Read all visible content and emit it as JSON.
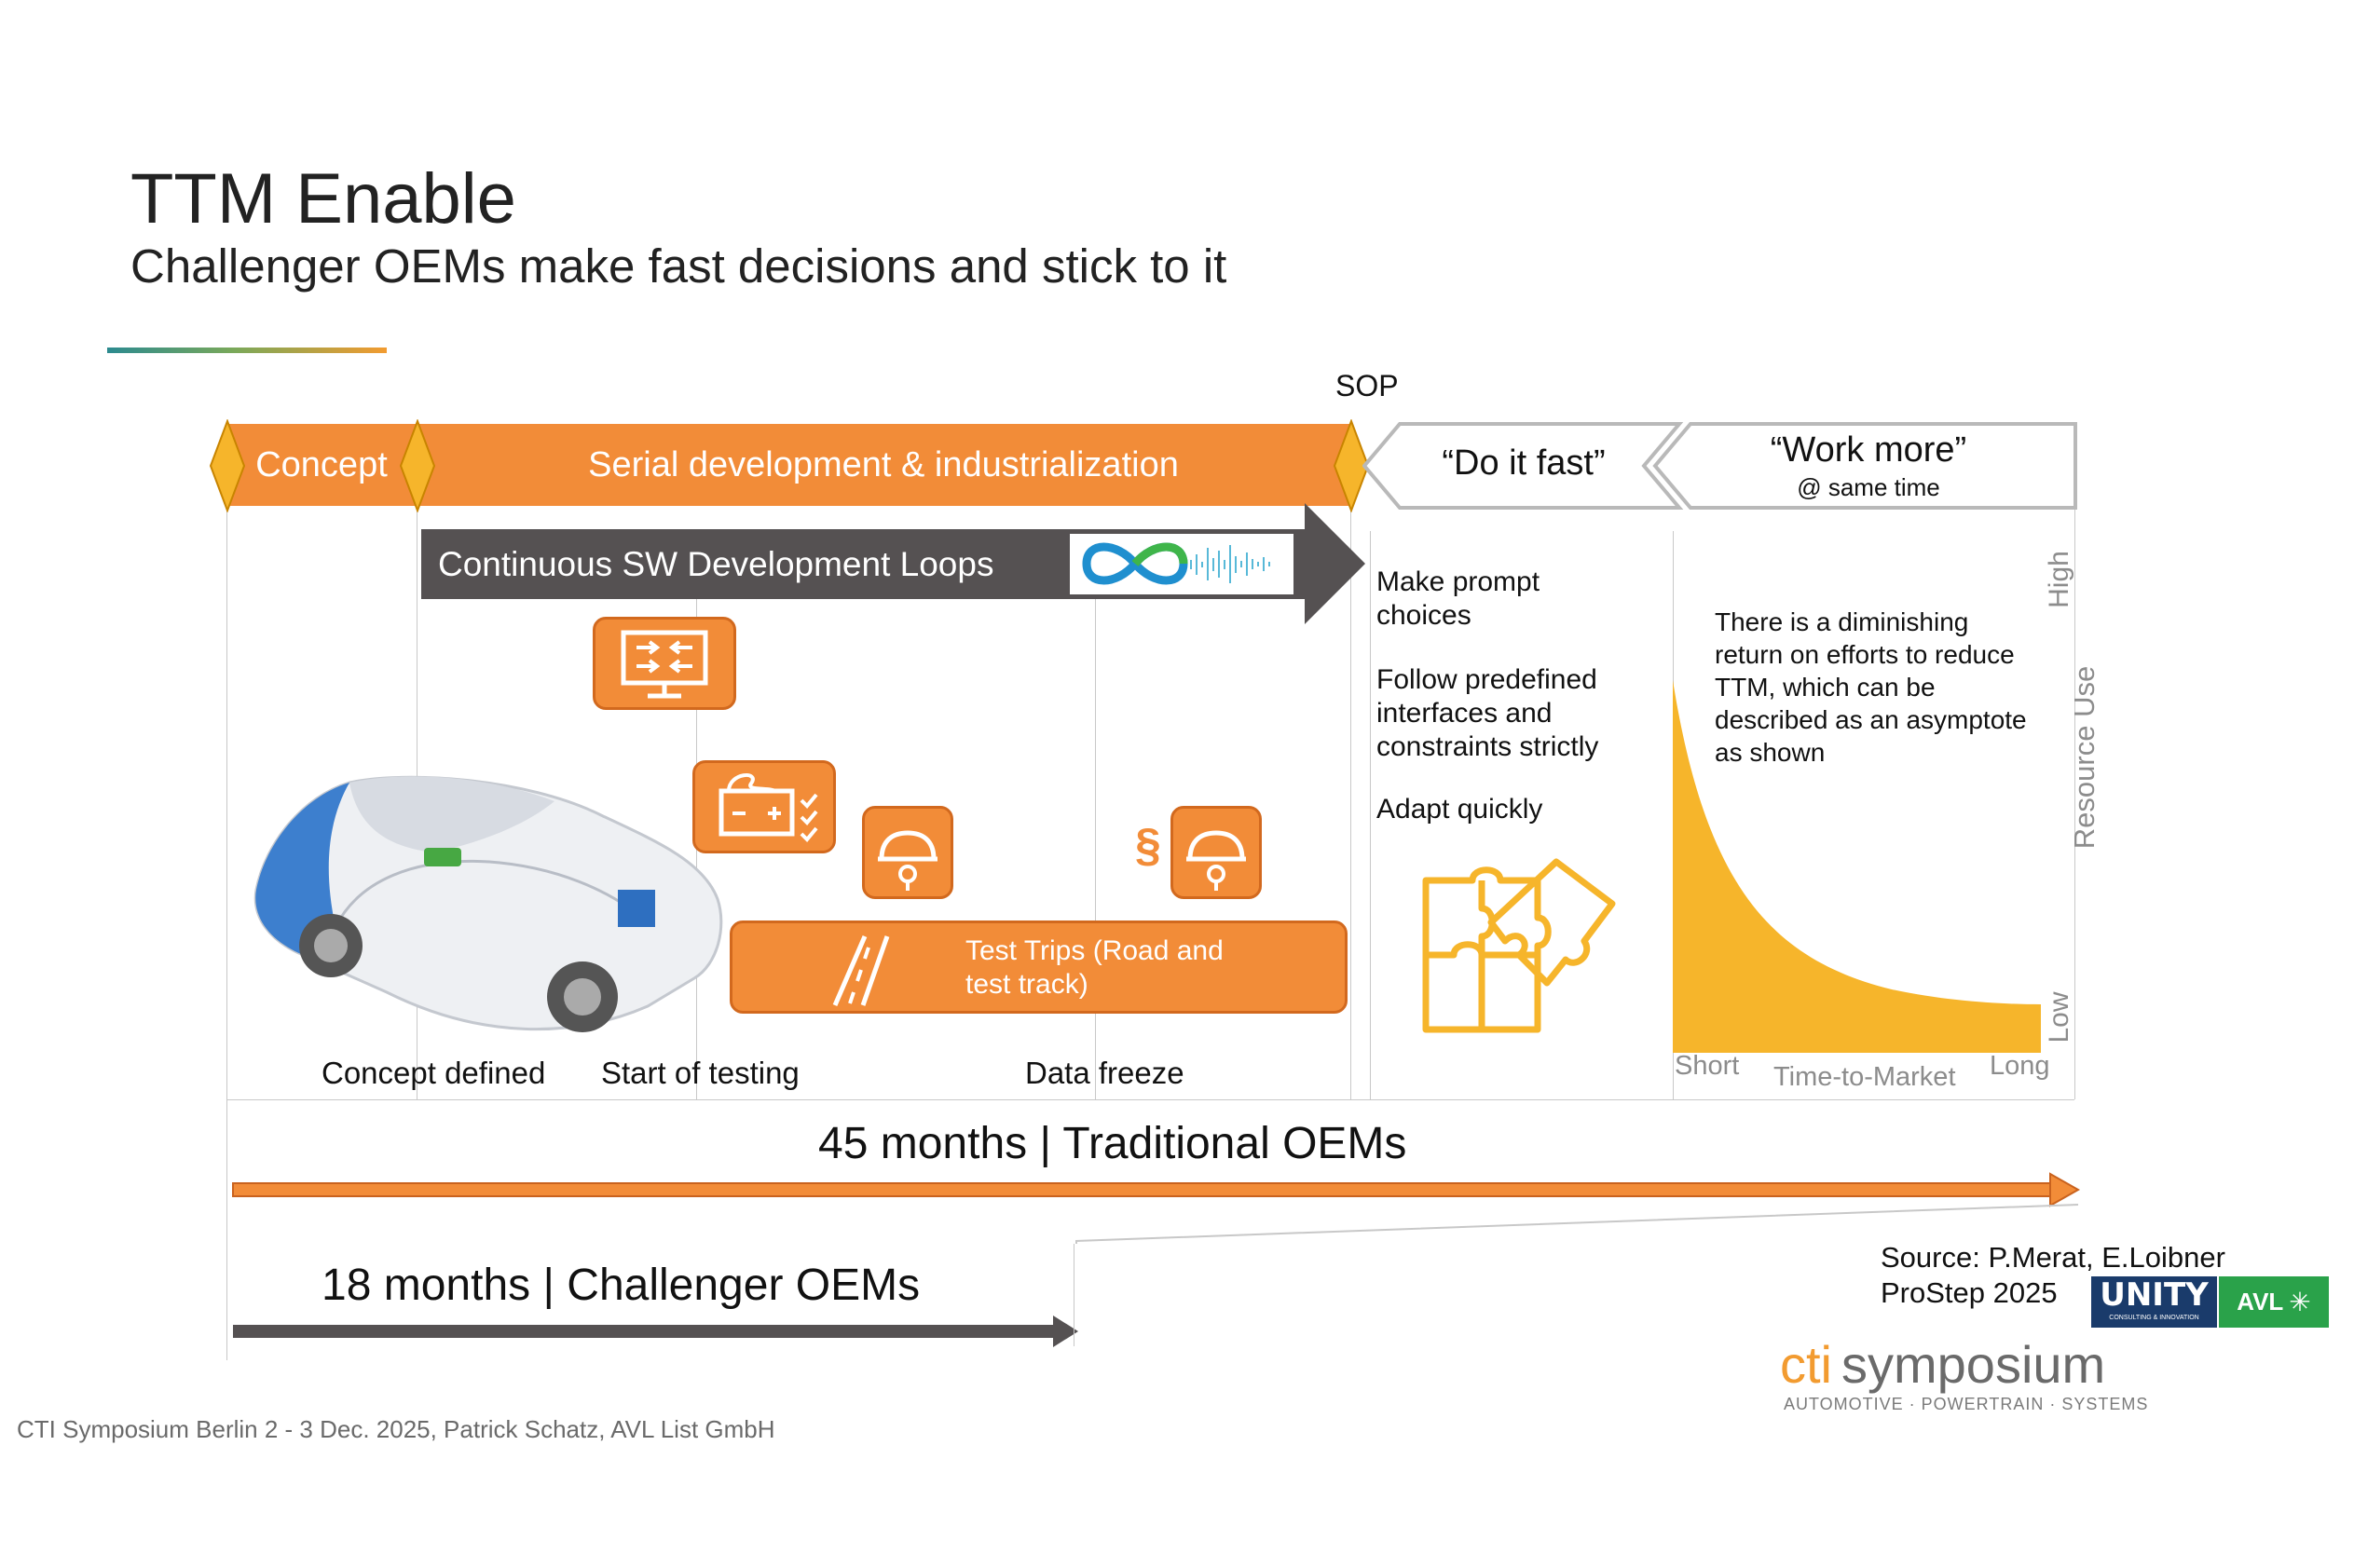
{
  "header": {
    "title": "TTM Enable",
    "subtitle": "Challenger OEMs make fast decisions and stick to it"
  },
  "timeline": {
    "sop": "SOP",
    "concept": "Concept",
    "serial": "Serial development & industrialization",
    "do_it_fast": "“Do it fast”",
    "work_more": "“Work more”",
    "work_more_sub": "@ same time",
    "sw_loops": "Continuous SW Development Loops",
    "test_trips": "Test Trips (Road and test track)",
    "paragraph_symbol": "§",
    "milestones": [
      "Concept defined",
      "Start of testing",
      "Data freeze"
    ]
  },
  "do_it_fast_points": [
    "Make prompt choices",
    "Follow predefined interfaces and constraints strictly",
    "Adapt quickly"
  ],
  "asymptote": {
    "note": "There is a diminishing return on efforts to reduce TTM, which can be described as an asymptote as shown",
    "y_axis": "Resource Use",
    "y_high": "High",
    "y_low": "Low",
    "x_axis": "Time-to-Market",
    "x_short": "Short",
    "x_long": "Long"
  },
  "durations": {
    "traditional": "45 months | Traditional OEMs",
    "challenger": "18 months | Challenger OEMs"
  },
  "source": {
    "line1": "Source: P.Merat, E.Loibner",
    "line2": "ProStep 2025",
    "unity": "UNITY",
    "unity_sub": "CONSULTING & INNOVATION",
    "avl": "AVL"
  },
  "logo": {
    "cti": "cti",
    "symposium": "symposium",
    "tagline": "AUTOMOTIVE · POWERTRAIN · SYSTEMS"
  },
  "footer": "CTI Symposium Berlin 2 - 3 Dec. 2025, Patrick Schatz, AVL List GmbH",
  "colors": {
    "orange": "#f28c38",
    "gray_arrow": "#555152",
    "yellow": "#f6b52b"
  }
}
